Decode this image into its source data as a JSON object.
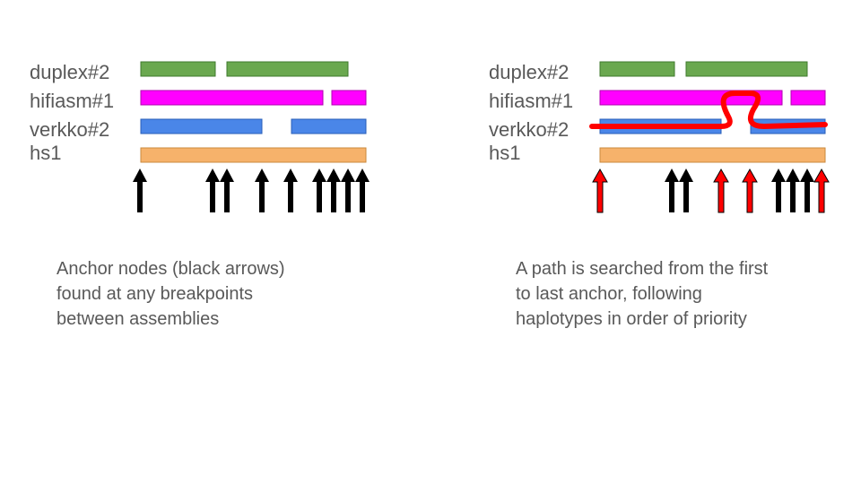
{
  "left_panel": {
    "labels": [
      "duplex#2",
      "hifiasm#1",
      "verkko#2",
      "hs1"
    ],
    "caption_lines": [
      "Anchor nodes (black arrows)",
      "found at any breakpoints",
      "between assemblies"
    ]
  },
  "right_panel": {
    "labels": [
      "duplex#2",
      "hifiasm#1",
      "verkko#2",
      "hs1"
    ],
    "caption_lines": [
      "A path is searched from the first",
      "to last anchor, following",
      "haplotypes in order of priority"
    ]
  },
  "colors": {
    "duplex": "#6aa84f",
    "hifiasm": "#ff00ff",
    "verkko": "#4a86e8",
    "hs1": "#f6b26b",
    "anchor_black": "#000000",
    "anchor_red": "#ff0000",
    "path": "#ff0000",
    "text": "#595959"
  }
}
